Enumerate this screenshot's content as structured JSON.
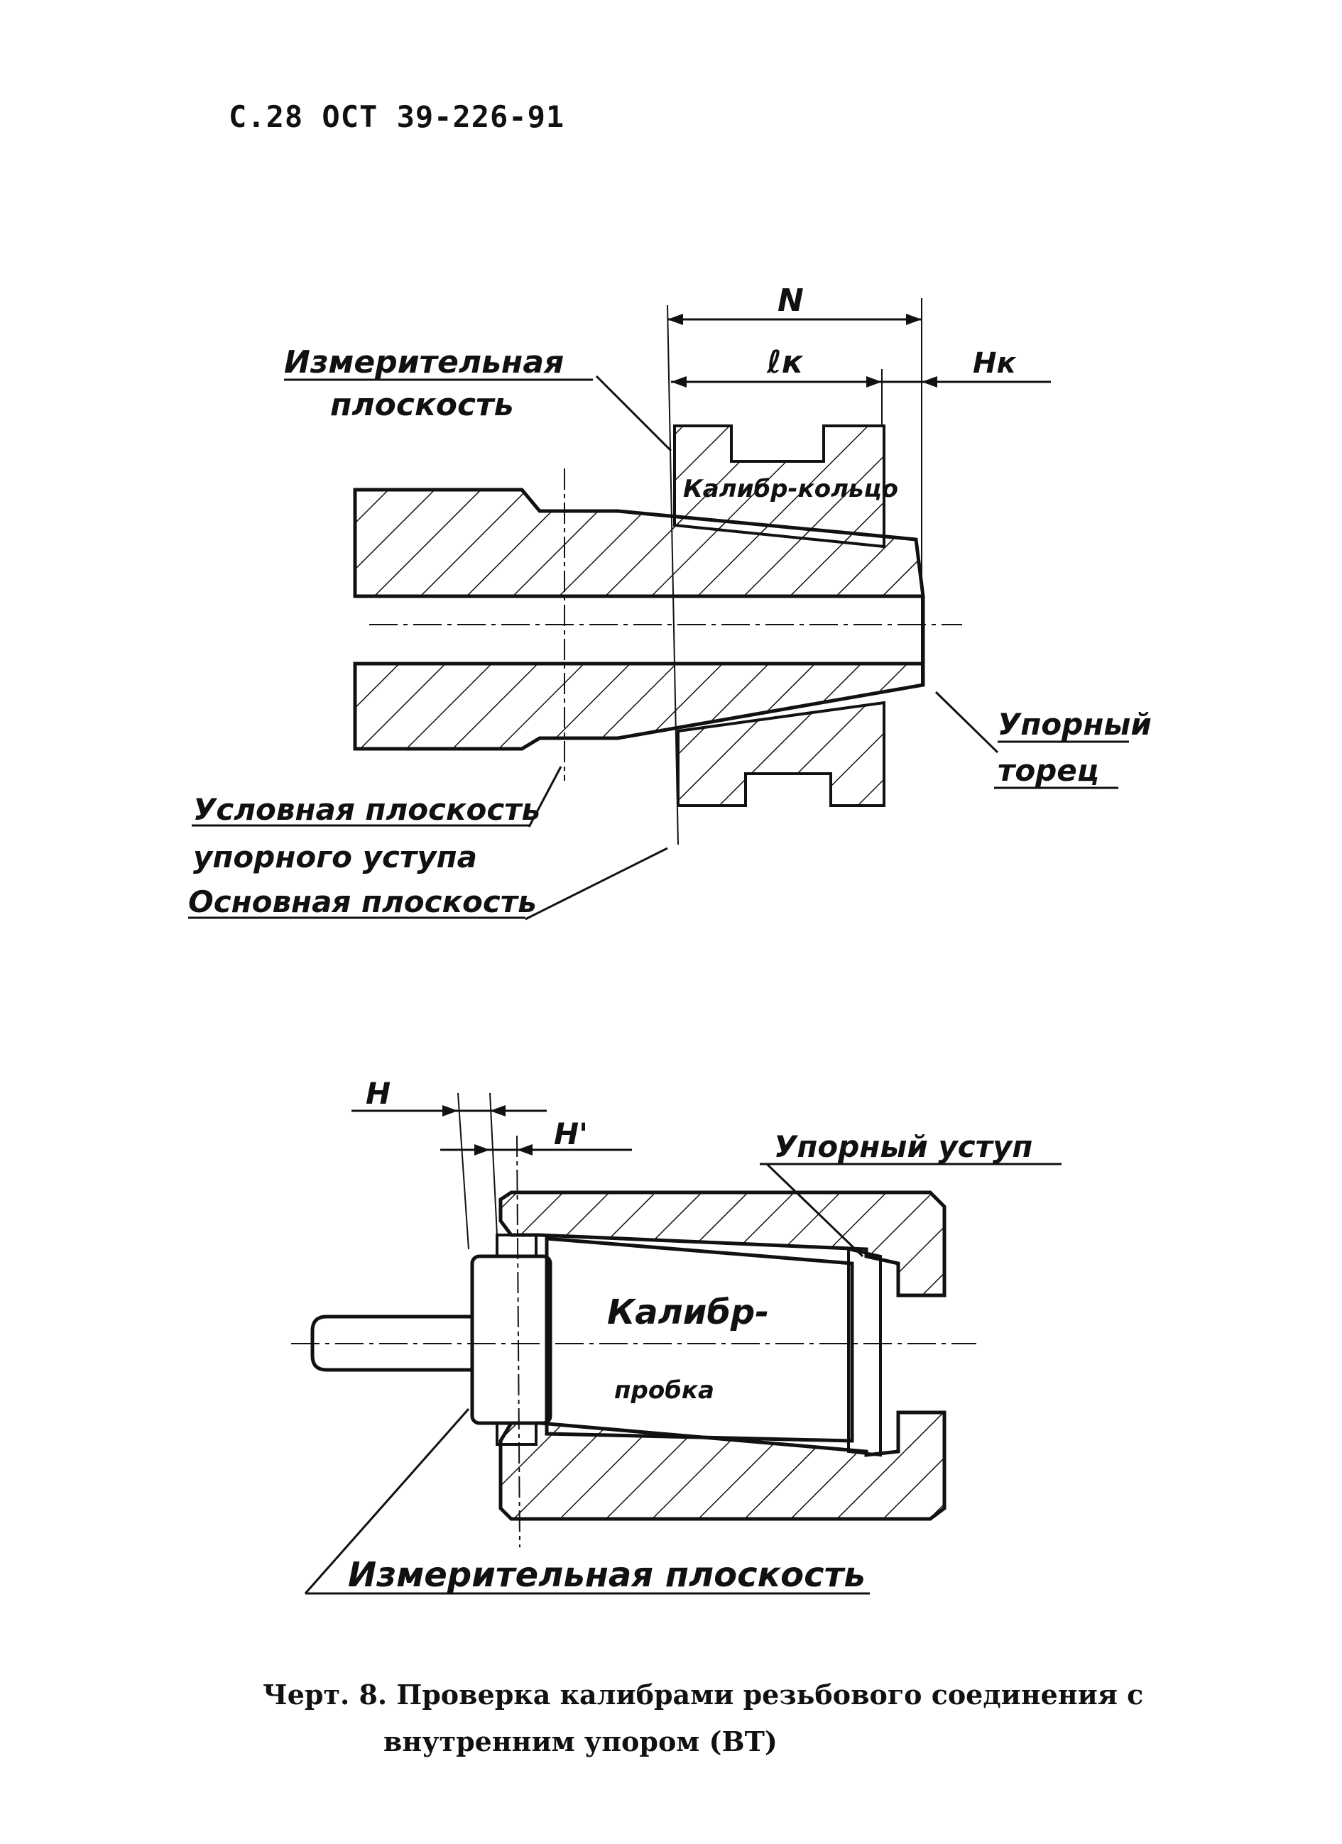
{
  "header": {
    "text": "С.28 ОСТ 39-226-91"
  },
  "figure_top": {
    "dim_n": "N",
    "dim_lk": "ℓк",
    "dim_hk": "Hк",
    "label_measuring_plane_1": "Измерительная",
    "label_measuring_plane_2": "плоскость",
    "label_ring_gauge": "Калибр-кольцо",
    "label_stop_face_1": "Упорный",
    "label_stop_face_2": "торец",
    "label_cond_plane_1": "Условная плоскость",
    "label_cond_plane_2": "упорного уступа",
    "label_base_plane": "Основная плоскость"
  },
  "figure_bottom": {
    "dim_h": "H",
    "dim_h_prime": "H'",
    "label_stop_shoulder": "Упорный уступ",
    "label_plug_gauge_1": "Калибр-",
    "label_plug_gauge_2": "пробка",
    "label_measuring_plane": "Измерительная плоскость"
  },
  "caption": {
    "line1": "Черт. 8. Проверка калибрами резьбового соединения с",
    "line2": "внутренним упором (ВТ)"
  }
}
